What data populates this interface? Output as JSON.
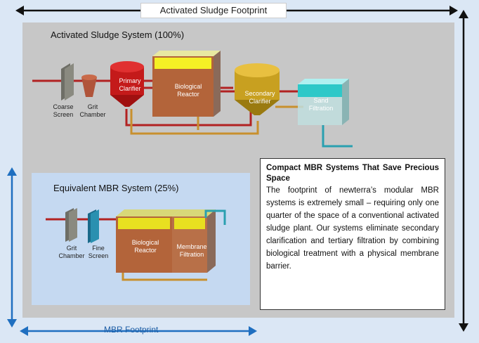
{
  "header": {
    "footprint_label": "Activated Sludge Footprint"
  },
  "activated_sludge": {
    "title": "Activated Sludge System (100%)",
    "labels": {
      "coarse_screen": "Coarse\nScreen",
      "grit_chamber": "Grit\nChamber",
      "primary_clarifier": "Primary\nClarifier",
      "biological_reactor": "Biological\nReactor",
      "secondary_clarifier": "Secondary\nClarifier",
      "sand_filtration": "Sand\nFiltration"
    }
  },
  "mbr": {
    "title": "Equivalent MBR System (25%)",
    "labels": {
      "grit_chamber": "Grit\nChamber",
      "fine_screen": "Fine\nScreen",
      "biological_reactor": "Biological\nReactor",
      "membrane_filtration": "Membrane\nFiltration"
    },
    "footprint_label": "MBR Footprint"
  },
  "text_box": {
    "heading": "Compact MBR Systems That Save Precious Space",
    "body": "The footprint of newterra’s modular MBR systems is extremely small – requiring only one quarter of the space of a conventional activated sludge plant. Our systems eliminate secondary clarification and tertiary filtration by combining biological treatment with a physical membrane barrier."
  },
  "colors": {
    "arrow_dark": "#111111",
    "arrow_blue": "#1f6fc0",
    "pipe_red": "#b22222",
    "pipe_orange": "#c8902e",
    "pipe_teal": "#2aa0b0"
  }
}
